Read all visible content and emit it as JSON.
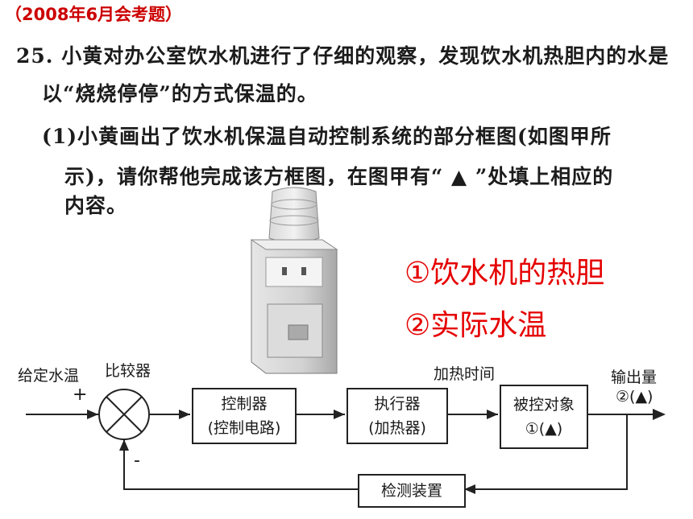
{
  "header": {
    "title": "（2008年6月会考题）"
  },
  "question": {
    "line1": "25. 小黄对办公室饮水机进行了仔细的观察，发现饮水机热胆内的水是",
    "line2": "以“烧烧停停”的方式保温的。",
    "line3": "(1)小黄画出了饮水机保温自动控制系统的部分框图(如图甲所",
    "line4": "示)，请你帮他完成该方框图，在图甲有“  ▲  ”处填上相应的",
    "line5": "内容。"
  },
  "answers": {
    "a1": "①饮水机的热胆",
    "a2": "②实际水温"
  },
  "diagram": {
    "input_label": "给定水温",
    "plus": "+",
    "minus": "-",
    "comparator_label": "比较器",
    "controller": {
      "line1": "控制器",
      "line2": "(控制电路)"
    },
    "actuator": {
      "line1": "执行器",
      "line2": "(加热器)"
    },
    "plant": {
      "line1": "被控对象",
      "line2": "①(▲)"
    },
    "heating_time_label": "加热时间",
    "output_label": "输出量",
    "output_mark": "②(▲)",
    "sensor": "检测装置"
  },
  "colors": {
    "accent": "#e50000",
    "title": "#cc0000"
  }
}
